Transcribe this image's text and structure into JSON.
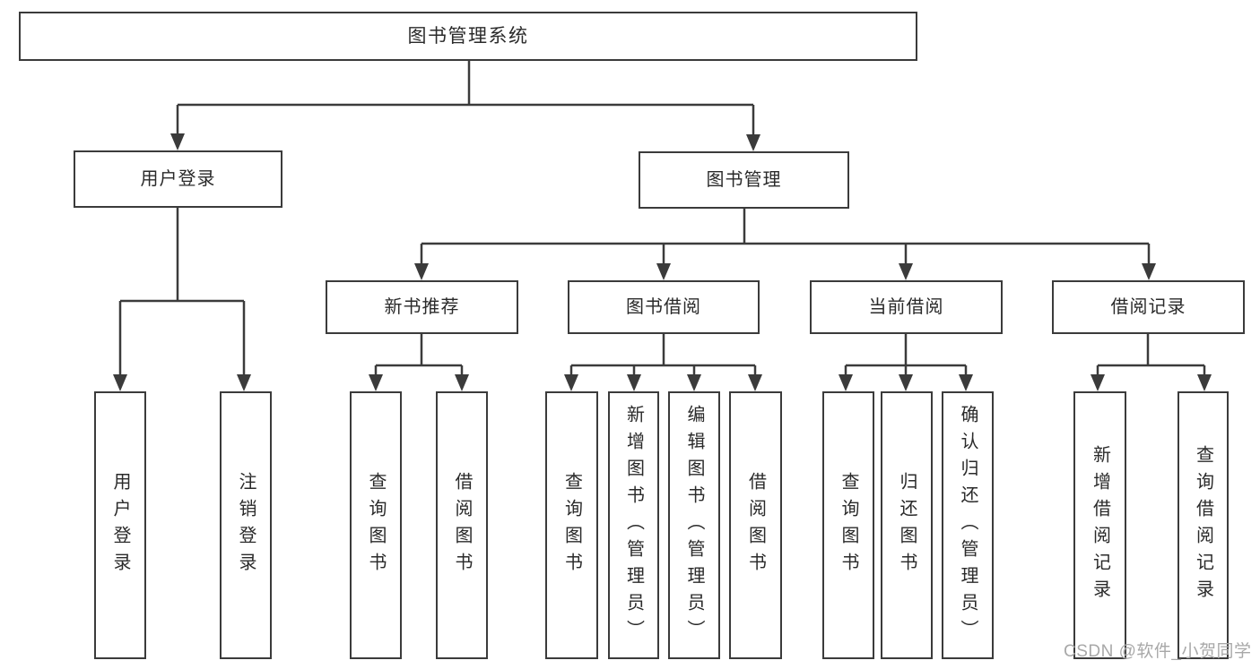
{
  "diagram_type": "hierarchy-tree",
  "colors": {
    "line": "#3b3b3b",
    "box_border": "#3b3b3b",
    "box_fill": "#ffffff",
    "text": "#2a2a2a",
    "background": "#ffffff",
    "watermark_text_color": "#a8a8a8"
  },
  "hierarchy": {
    "root": {
      "label": "图书管理系统",
      "children": [
        {
          "label": "用户登录",
          "children": [
            {
              "label": "用户登录"
            },
            {
              "label": "注销登录"
            }
          ]
        },
        {
          "label": "图书管理",
          "children": [
            {
              "label": "新书推荐",
              "children": [
                {
                  "label": "查询图书"
                },
                {
                  "label": "借阅图书"
                }
              ]
            },
            {
              "label": "图书借阅",
              "children": [
                {
                  "label": "查询图书"
                },
                {
                  "label": "新增图书（管理员）"
                },
                {
                  "label": "编辑图书（管理员）"
                },
                {
                  "label": "借阅图书"
                }
              ]
            },
            {
              "label": "当前借阅",
              "children": [
                {
                  "label": "查询图书"
                },
                {
                  "label": "归还图书"
                },
                {
                  "label": "确认归还（管理员）"
                }
              ]
            },
            {
              "label": "借阅记录",
              "children": [
                {
                  "label": "新增借阅记录"
                },
                {
                  "label": "查询借阅记录"
                }
              ]
            }
          ]
        }
      ]
    }
  },
  "watermark": {
    "text": "CSDN @软件_小贺同学"
  }
}
